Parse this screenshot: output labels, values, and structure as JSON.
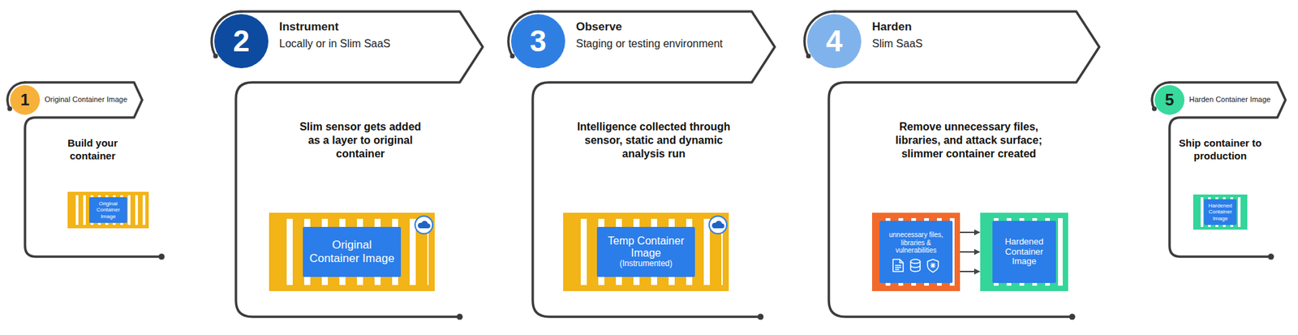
{
  "diagram": {
    "nodes": [
      {
        "text": [
          "Original Container Image",
          "Build your container"
        ]
      },
      {
        "text": [
          "1"
        ],
        "in": 0
      },
      {
        "text": [
          "Original Container Image"
        ],
        "in": 0
      },
      {
        "text": [
          "Instrument",
          "Locally or in Slim SaaS",
          "Slim sensor gets added as a layer to original container"
        ]
      },
      {
        "text": [
          "2"
        ],
        "in": 3
      },
      {
        "text": [
          "Original Container Image"
        ],
        "in": 3
      },
      {
        "text": [
          "Observe",
          "Staging or testing environment",
          "Intelligence collected through sensor, static and dynamic analysis run"
        ]
      },
      {
        "text": [
          "3"
        ],
        "in": 6
      },
      {
        "text": [
          "Temp Container Image",
          "(Instrumented)"
        ],
        "in": 6
      },
      {
        "text": [
          "Harden",
          "Slim SaaS",
          "Remove unnecessary files, libraries, and attack surface; slimmer container created"
        ]
      },
      {
        "text": [
          "4"
        ],
        "in": 9
      },
      {
        "text": [
          "unnecessary files, libraries & vulnerabilities"
        ],
        "in": 9
      },
      {
        "text": [
          "Hardened Container Image"
        ],
        "in": 9
      },
      {
        "text": [
          "Harden Container Image",
          "Ship container to production"
        ]
      },
      {
        "text": [
          "5"
        ],
        "in": 13
      },
      {
        "text": [
          "Hardened Container Image"
        ],
        "in": 13
      }
    ],
    "edges": [
      {
        "from": 11,
        "to": 12,
        "arrow": "to"
      },
      {
        "from": 11,
        "to": 12,
        "arrow": "to"
      },
      {
        "from": 11,
        "to": 12,
        "arrow": "to"
      }
    ]
  }
}
